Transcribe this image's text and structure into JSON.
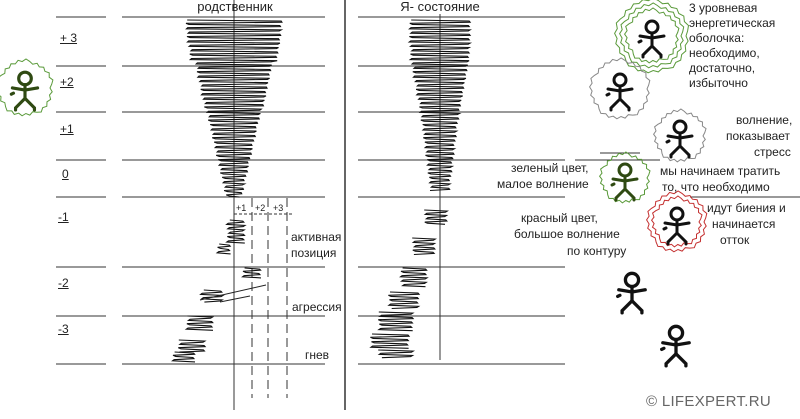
{
  "headers": {
    "relative": "родственник",
    "self": "Я- состояние"
  },
  "levels": [
    "+ 3",
    "+2",
    "+1",
    "0",
    "-1",
    "-2",
    "-3"
  ],
  "sublevels": [
    "+1",
    "+2",
    "+3"
  ],
  "left_zone_labels": {
    "active": [
      "активная",
      "позиция"
    ],
    "aggression": "агрессия",
    "anger": "гнев"
  },
  "notes": {
    "shell": [
      "3 уровневая",
      "энергетическая",
      "оболочка:",
      "необходимо,",
      "достаточно,",
      "избыточно"
    ],
    "excitement": [
      "волнение,",
      "показывает",
      "стресс"
    ],
    "green": [
      "зеленый цвет,",
      "малое волнение"
    ],
    "spending": [
      "мы начинаем тратить",
      "то, что необходимо"
    ],
    "red": [
      "красный цвет,",
      "большое волнение",
      "по контуру"
    ],
    "beats": [
      "идут биения и",
      "начинается",
      "отток"
    ]
  },
  "copyright": "© LIFEXPERT.RU",
  "colors": {
    "green_figure": "#2f4a12",
    "green_aura": "#5a9a3a",
    "red_aura": "#c43030",
    "ink": "#111111"
  }
}
